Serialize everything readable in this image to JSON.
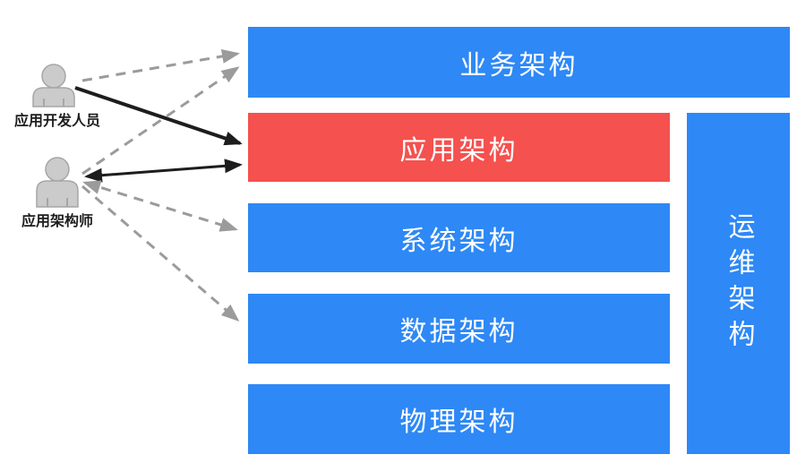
{
  "diagram": {
    "colors": {
      "blue": "#2E88F6",
      "red": "#F4514F",
      "arrow_gray": "#9B9B9B",
      "arrow_black": "#1D1D1D",
      "person_fill": "#CBCBCB",
      "person_stroke": "#A6A6A6",
      "bar_text": "#FFFFFF",
      "label_text": "#1E1E1E"
    },
    "actors": [
      {
        "label": "应用开发人员"
      },
      {
        "label": "应用架构师"
      }
    ],
    "layers": [
      {
        "label": "业务架构",
        "color": "blue",
        "highlighted": false,
        "orientation": "horizontal"
      },
      {
        "label": "应用架构",
        "color": "red",
        "highlighted": true,
        "orientation": "horizontal"
      },
      {
        "label": "系统架构",
        "color": "blue",
        "highlighted": false,
        "orientation": "horizontal"
      },
      {
        "label": "数据架构",
        "color": "blue",
        "highlighted": false,
        "orientation": "horizontal"
      },
      {
        "label": "物理架构",
        "color": "blue",
        "highlighted": false,
        "orientation": "horizontal"
      },
      {
        "label": "运维架构",
        "color": "blue",
        "highlighted": false,
        "orientation": "vertical"
      }
    ],
    "edges": [
      {
        "from": "应用开发人员",
        "to": "业务架构",
        "style": "dashed",
        "bidirectional": false
      },
      {
        "from": "应用开发人员",
        "to": "应用架构",
        "style": "solid",
        "bidirectional": false
      },
      {
        "from": "应用架构师",
        "to": "业务架构",
        "style": "dashed",
        "bidirectional": false
      },
      {
        "from": "应用架构师",
        "to": "应用架构",
        "style": "solid",
        "bidirectional": true
      },
      {
        "from": "应用架构师",
        "to": "系统架构",
        "style": "dashed",
        "bidirectional": true
      },
      {
        "from": "应用架构师",
        "to": "数据架构",
        "style": "dashed",
        "bidirectional": false
      }
    ]
  }
}
